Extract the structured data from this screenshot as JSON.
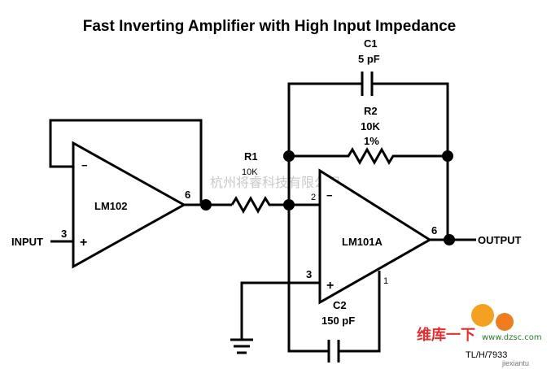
{
  "title": "Fast Inverting Amplifier with High Input Impedance",
  "components": {
    "c1": {
      "name": "C1",
      "value": "5 pF"
    },
    "r2": {
      "name": "R2",
      "value": "10K",
      "tolerance": "1%"
    },
    "r1": {
      "name": "R1",
      "value": "10K"
    },
    "c2": {
      "name": "C2",
      "value": "150 pF"
    },
    "u1": {
      "name": "LM102"
    },
    "u2": {
      "name": "LM101A"
    }
  },
  "pins": {
    "u1_out": "6",
    "u1_in": "3",
    "u2_in": "3",
    "u2_out": "6",
    "u2_comp": "1",
    "u2_inv": "2"
  },
  "signals": {
    "input": "INPUT",
    "output": "OUTPUT"
  },
  "signs": {
    "minus": "−",
    "plus": "+"
  },
  "watermark": {
    "company": "杭州将睿科技有限公司",
    "site_cn": "维库一下",
    "site": "www.dzsc.com",
    "code": "TL/H/7933",
    "footer": "jiexiantu"
  }
}
